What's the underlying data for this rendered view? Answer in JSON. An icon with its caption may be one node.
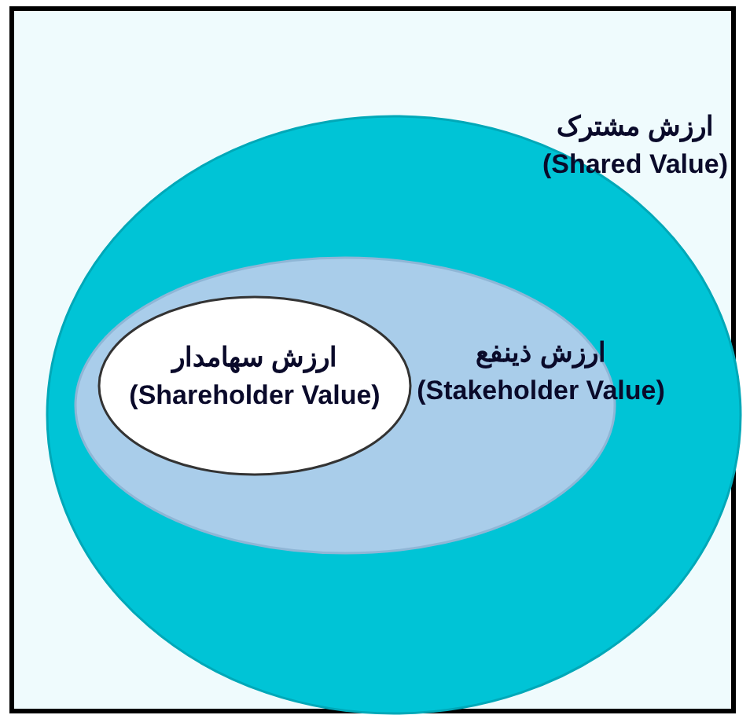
{
  "diagram": {
    "nodes": [
      {
        "text": [
          "ارزش مشترک",
          "(Shared Value)"
        ]
      },
      {
        "text": [
          "ارزش ذینفع",
          "(Stakeholder Value)"
        ],
        "in": 0
      },
      {
        "text": [
          "ارزش سهامدار",
          "(Shareholder Value)"
        ],
        "in": 1
      }
    ]
  }
}
